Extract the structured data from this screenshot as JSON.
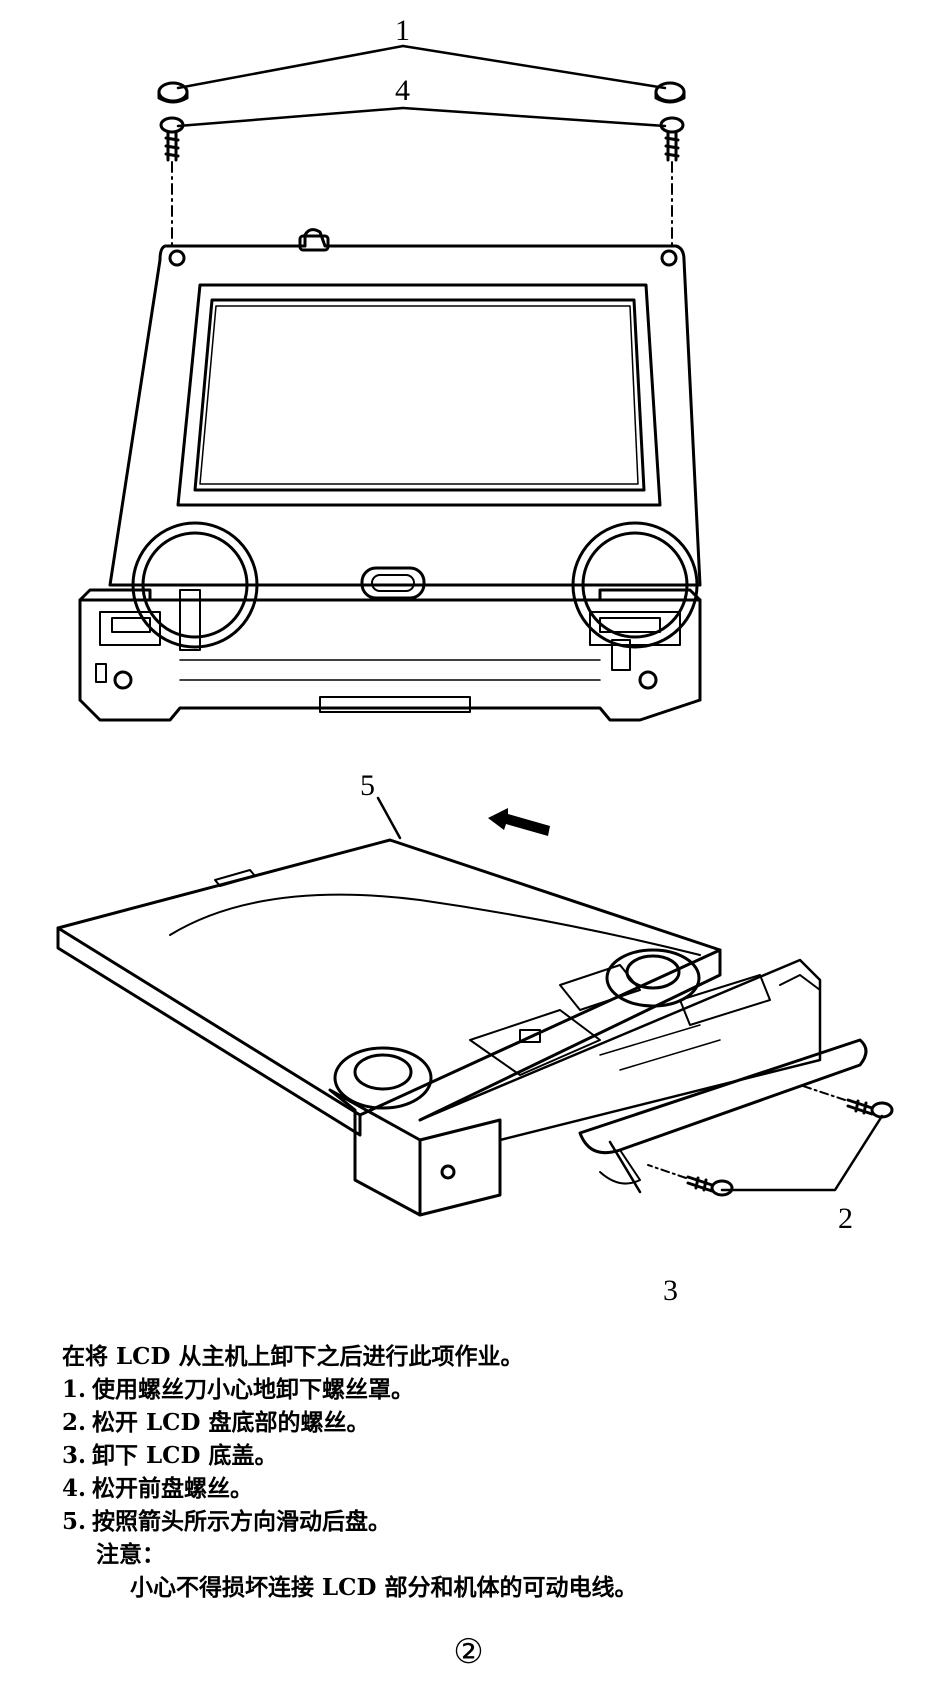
{
  "callouts": {
    "c1": "1",
    "c2": "2",
    "c3": "3",
    "c4": "4",
    "c5": "5"
  },
  "instructions": {
    "intro": "在将 LCD 从主机上卸下之后进行此项作业。",
    "steps": [
      {
        "num": "1.",
        "text": "使用螺丝刀小心地卸下螺丝罩。"
      },
      {
        "num": "2.",
        "text": "松开 LCD 盘底部的螺丝。"
      },
      {
        "num": "3.",
        "text": "卸下 LCD 底盖。"
      },
      {
        "num": "4.",
        "text": "松开前盘螺丝。"
      },
      {
        "num": "5.",
        "text": "按照箭头所示方向滑动后盘。"
      }
    ],
    "note_label": "注意：",
    "note_text": "小心不得损坏连接 LCD 部分和机体的可动电线。"
  },
  "page_number": "②"
}
